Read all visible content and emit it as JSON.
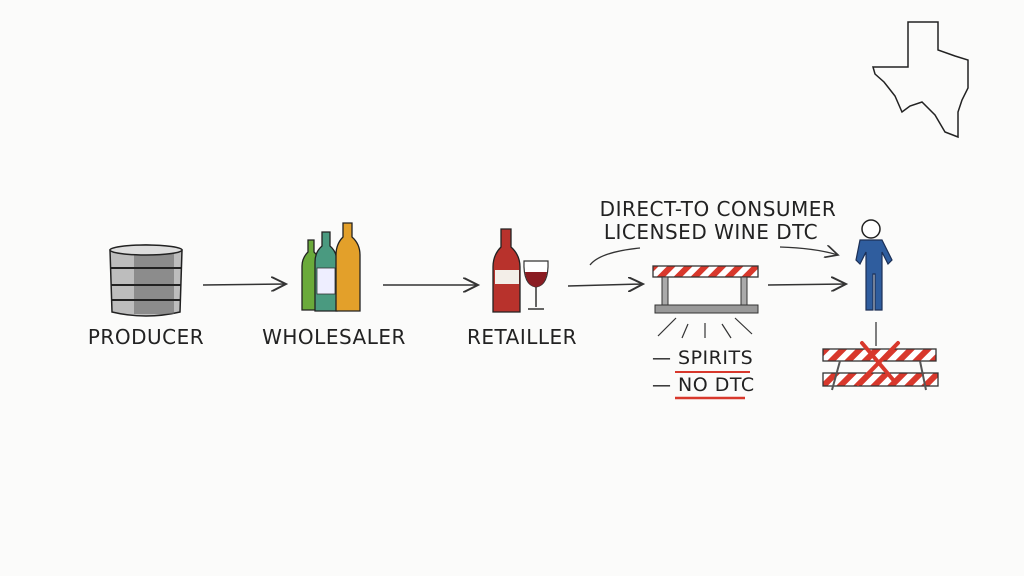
{
  "stages": [
    {
      "label": "PRODUCER",
      "icon": "barrel-icon"
    },
    {
      "label": "WHOLESALER",
      "icon": "bottles-icon"
    },
    {
      "label": "RETAILLER",
      "icon": "wine-bottle-glass-icon"
    }
  ],
  "dtc": {
    "line1": "DIRECT-TO CONSUMER",
    "line2": "LICENSED WINE DTC"
  },
  "restrictions": {
    "item1": "— SPIRITS",
    "item2": "— NO DTC"
  },
  "colors": {
    "ink": "#2a2a2a",
    "red": "#d8382c",
    "blue": "#2f5d9e",
    "green": "#6aaa3a",
    "teal": "#4a9a80",
    "amber": "#e3a02a"
  }
}
